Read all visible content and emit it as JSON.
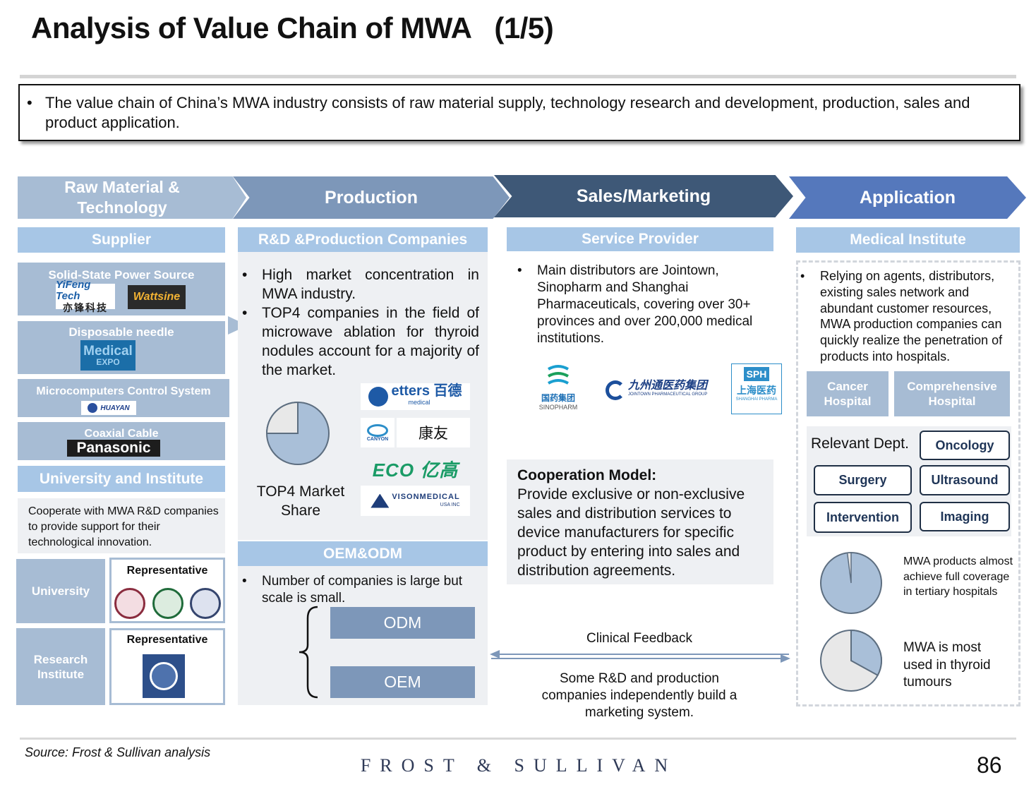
{
  "title": "Analysis of Value Chain of MWA   (1/5)",
  "summary": "The value chain of China’s MWA industry consists of raw material supply, technology research and development, production, sales and product application.",
  "stages": {
    "raw": "Raw Material & Technology",
    "production": "Production",
    "sales": "Sales/Marketing",
    "application": "Application"
  },
  "supplier": {
    "header": "Supplier",
    "power_source": "Solid-State Power Source",
    "yifeng_logo": "YiFeng Tech",
    "yifeng_cn": "亦锋科技",
    "wattsine_logo": "Wattsine",
    "needle": "Disposable needle",
    "medical_logo": "Medical",
    "expo_logo": "EXPO",
    "micro": "Microcomputers Control System",
    "huayan_logo": "HUAYAN",
    "coax": "Coaxial Cable",
    "panasonic_logo": "Panasonic",
    "uni_header": "University and Institute",
    "uni_text": "Cooperate with MWA R&D companies to provide support for their technological innovation.",
    "university": "University",
    "research": "Research Institute",
    "representative": "Representative"
  },
  "production": {
    "header": "R&D &Production Companies",
    "bullet1": "High market concentration in MWA industry.",
    "bullet2": "TOP4 companies in the field of microwave ablation for thyroid nodules account for a majority of the market.",
    "pie_label": "TOP4 Market Share",
    "top4_share": 0.75,
    "logos": {
      "betters": "etters 百德",
      "betters_sub": "medical",
      "canyon": "CANYON",
      "kangyou": "康友",
      "eco": "ECO 亿高",
      "vison": "VISONMEDICAL",
      "vison_sub": "USA INC"
    },
    "oem_header": "OEM&ODM",
    "oem_bullet": "Number of companies is large but scale is small.",
    "odm": "ODM",
    "oem": "OEM"
  },
  "sales": {
    "header": "Service Provider",
    "bullet": "Main distributors are Jointown, Sinopharm and Shanghai Pharmaceuticals, covering over 30+ provinces and over 200,000 medical institutions.",
    "sinopharm_cn": "国药集团",
    "sinopharm_en": "SINOPHARM",
    "jointown_cn": "九州通医药集团",
    "jointown_en": "JOINTOWN PHARMACEUTICAL GROUP",
    "sph": "SPH",
    "sph_cn": "上海医药",
    "sph_en": "SHANGHAI PHARMA",
    "coop_title": "Cooperation Model:",
    "coop_text": "Provide exclusive or non-exclusive sales and distribution services to device manufacturers for specific product by entering into sales and distribution agreements.",
    "clinical": "Clinical Feedback",
    "self_build": "Some R&D and production companies independently build a marketing system."
  },
  "application": {
    "header": "Medical Institute",
    "bullet": "Relying on agents, distributors, existing sales network and abundant customer resources, MWA production companies can quickly realize the penetration of products into hospitals.",
    "cancer": "Cancer Hospital",
    "comprehensive": "Comprehensive Hospital",
    "relevant": "Relevant Dept.",
    "depts": [
      "Oncology",
      "Surgery",
      "Ultrasound",
      "Intervention",
      "Imaging"
    ],
    "pie1_text": "MWA products almost achieve full coverage in tertiary hospitals",
    "pie1_share": 0.98,
    "pie2_text": "MWA is most used in thyroid tumours",
    "pie2_share": 0.33
  },
  "footer": {
    "source": "Source: Frost & Sullivan analysis",
    "brand": "FROST & SULLIVAN",
    "page": "86"
  },
  "colors": {
    "light_blue": "#a7c6e6",
    "slate_blue": "#7d97b9",
    "navy": "#3e5877",
    "royal_blue": "#5578bc",
    "panel_gray": "#eef0f3",
    "pie_blue": "#a9bfd8",
    "pie_gray": "#e8e8e8"
  }
}
